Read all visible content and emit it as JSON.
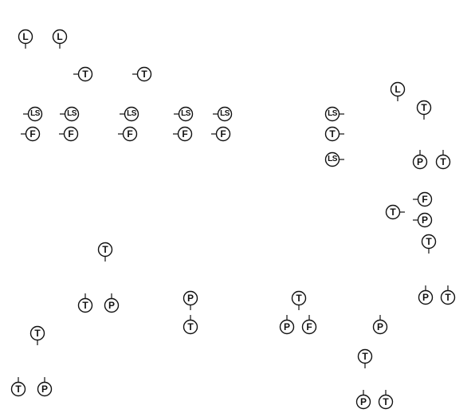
{
  "symbols": [
    {
      "label": "L"
    },
    {
      "label": "L"
    },
    {
      "label": "T"
    },
    {
      "label": "T"
    },
    {
      "label": "LS"
    },
    {
      "label": "LS"
    },
    {
      "label": "LS"
    },
    {
      "label": "LS"
    },
    {
      "label": "LS"
    },
    {
      "label": "F"
    },
    {
      "label": "F"
    },
    {
      "label": "F"
    },
    {
      "label": "F"
    },
    {
      "label": "F"
    },
    {
      "label": "LS"
    },
    {
      "label": "T"
    },
    {
      "label": "LS"
    },
    {
      "label": "L"
    },
    {
      "label": "T"
    },
    {
      "label": "P"
    },
    {
      "label": "T"
    },
    {
      "label": "T"
    },
    {
      "label": "F"
    },
    {
      "label": "P"
    },
    {
      "label": "T"
    },
    {
      "label": "P"
    },
    {
      "label": "T"
    },
    {
      "label": "T"
    },
    {
      "label": "T"
    },
    {
      "label": "P"
    },
    {
      "label": "P"
    },
    {
      "label": "T"
    },
    {
      "label": "T"
    },
    {
      "label": "P"
    },
    {
      "label": "F"
    },
    {
      "label": "P"
    },
    {
      "label": "T"
    },
    {
      "label": "T"
    },
    {
      "label": "T"
    },
    {
      "label": "P"
    },
    {
      "label": "P"
    },
    {
      "label": "T"
    }
  ]
}
